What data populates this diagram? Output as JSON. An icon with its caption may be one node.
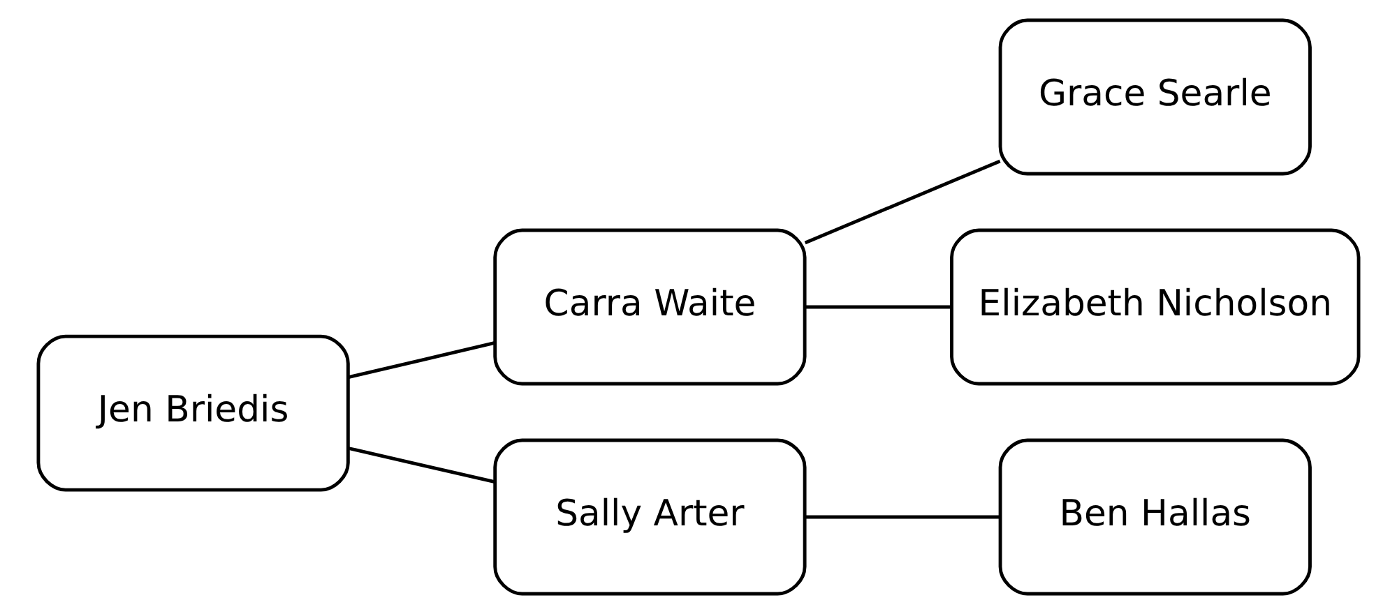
{
  "diagram": {
    "nodes": [
      {
        "text": [
          "Jen Briedis"
        ]
      },
      {
        "text": [
          "Carra Waite"
        ]
      },
      {
        "text": [
          "Sally Arter"
        ]
      },
      {
        "text": [
          "Grace Searle"
        ]
      },
      {
        "text": [
          "Elizabeth Nicholson"
        ]
      },
      {
        "text": [
          "Ben Hallas"
        ]
      }
    ],
    "edges": [
      {
        "from": 0,
        "to": 1,
        "arrow": "none"
      },
      {
        "from": 0,
        "to": 2,
        "arrow": "none"
      },
      {
        "from": 1,
        "to": 3,
        "arrow": "none"
      },
      {
        "from": 1,
        "to": 4,
        "arrow": "none"
      },
      {
        "from": 2,
        "to": 5,
        "arrow": "none"
      }
    ]
  }
}
